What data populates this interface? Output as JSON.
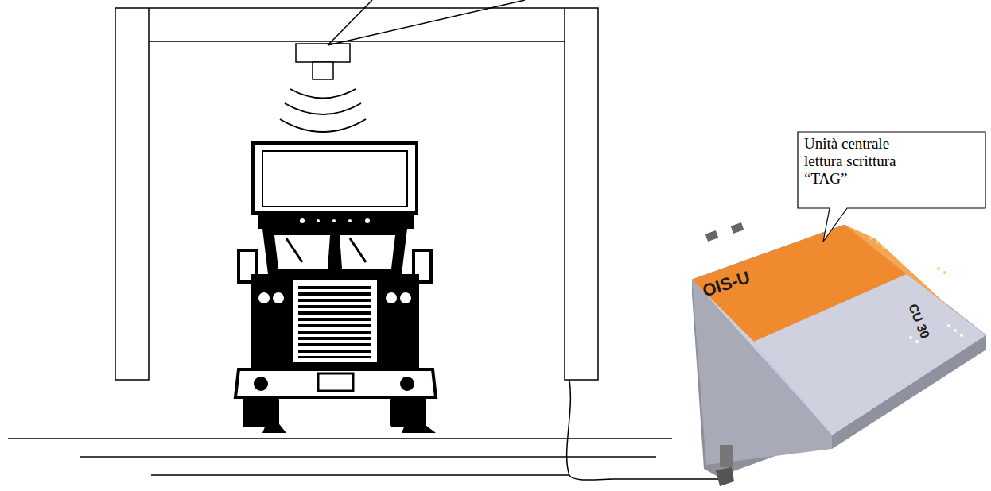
{
  "diagram": {
    "nodes": [
      {
        "text": [
          "Unità centrale lettura scrittura “TAG”"
        ]
      }
    ],
    "labels": [
      "OIS-U",
      "CU 30"
    ]
  }
}
